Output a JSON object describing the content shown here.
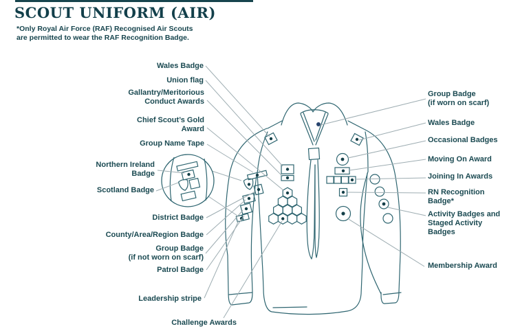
{
  "header": {
    "title": "SCOUT UNIFORM (AIR)",
    "note": "*Only Royal Air Force (RAF) Recognised Air Scouts\nare permitted to wear the RAF Recognition Badge."
  },
  "labels": {
    "left": [
      {
        "text": "Wales Badge"
      },
      {
        "text": "Union flag"
      },
      {
        "text": "Gallantry/Meritorious\nConduct Awards"
      },
      {
        "text": "Chief Scout’s Gold\nAward"
      },
      {
        "text": "Group Name Tape"
      },
      {
        "text": "Northern Ireland\nBadge"
      },
      {
        "text": "Scotland Badge"
      },
      {
        "text": "District Badge"
      },
      {
        "text": "County/Area/Region Badge"
      },
      {
        "text": "Group Badge\n(if not worn on scarf)"
      },
      {
        "text": "Patrol Badge"
      },
      {
        "text": "Leadership stripe"
      },
      {
        "text": "Challenge Awards"
      }
    ],
    "right": [
      {
        "text": "Group Badge\n(if worn on scarf)"
      },
      {
        "text": "Wales Badge"
      },
      {
        "text": "Occasional Badges"
      },
      {
        "text": "Moving On Award"
      },
      {
        "text": "Joining In Awards"
      },
      {
        "text": "RN Recognition Badge*"
      },
      {
        "text": "Activity Badges and\nStaged Activity Badges"
      },
      {
        "text": "Membership Award"
      }
    ]
  },
  "colors": {
    "text": "#1b4a52",
    "title": "#123f4a",
    "outline": "#2e6570",
    "leader_line": "#9eadb2",
    "badge_dot": "#143f48",
    "scarf_dot": "#27446e",
    "background": "#ffffff"
  }
}
